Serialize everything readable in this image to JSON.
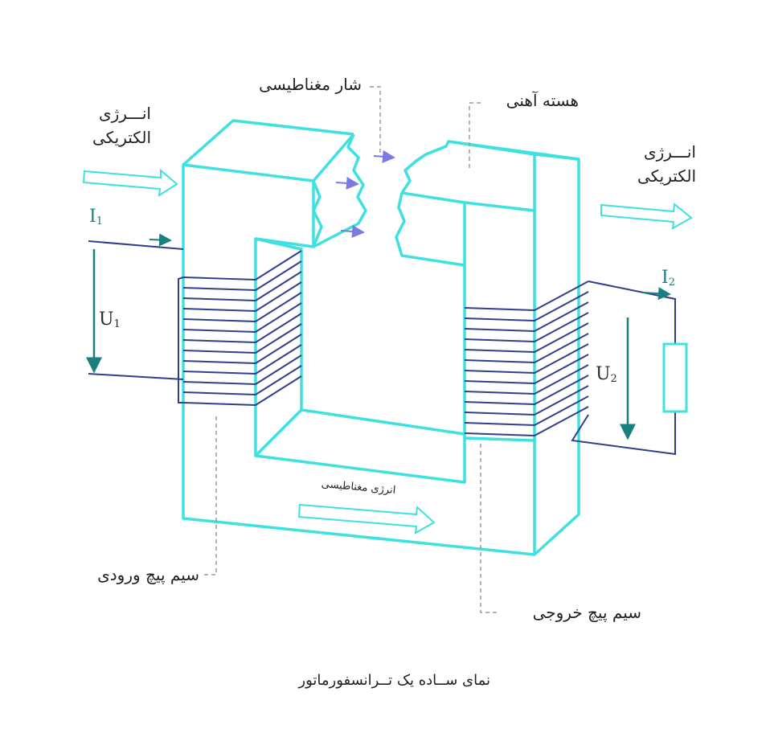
{
  "labels": {
    "magnetic_flux": "شار مغناطیسی",
    "iron_core": "هسته آهنی",
    "input_energy_line1": "انـــرژی",
    "input_energy_line2": "الکتریکی",
    "output_energy_line1": "انـــرژی",
    "output_energy_line2": "الکتریکی",
    "magnetic_energy": "انرژی مغناطیسی",
    "input_winding": "سیم پیچ ورودی",
    "output_winding": "سیم پیچ خروجی",
    "caption": "نمای ســاده یک تــرانسفورماتور"
  },
  "symbols": {
    "i1_main": "I",
    "i1_sub": "1",
    "u1_main": "U",
    "u1_sub": "1",
    "i2_main": "I",
    "i2_sub": "2",
    "u2_main": "U",
    "u2_sub": "2"
  },
  "colors": {
    "core": "#3fe0e0",
    "winding": "#2f3f8a",
    "symbol": "#1a7f7f",
    "flux_arrow": "#7a7ae0",
    "leader": "#9a9a9a"
  }
}
